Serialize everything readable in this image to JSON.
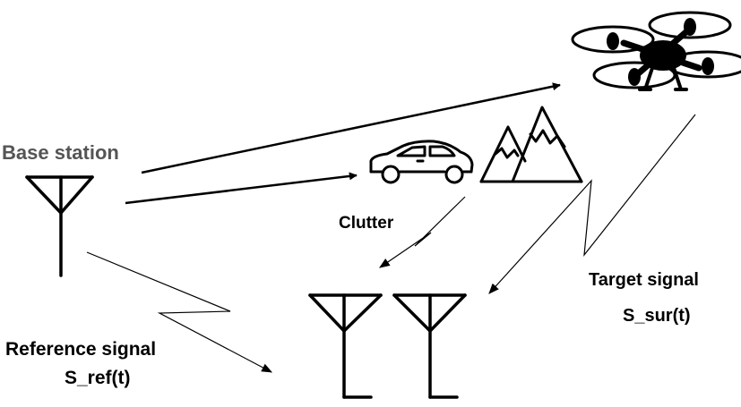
{
  "labels": {
    "base_station": "Base station",
    "clutter": "Clutter",
    "target_signal": "Target signal",
    "s_sur": "S_sur(t)",
    "reference_signal": "Reference signal",
    "s_ref": "S_ref(t)"
  },
  "colors": {
    "ink": "#000000",
    "base_station_label": "#555555"
  },
  "icons": [
    "antenna-icon",
    "car-icon",
    "mountain-icon",
    "drone-icon",
    "receiver-antenna-icon"
  ]
}
